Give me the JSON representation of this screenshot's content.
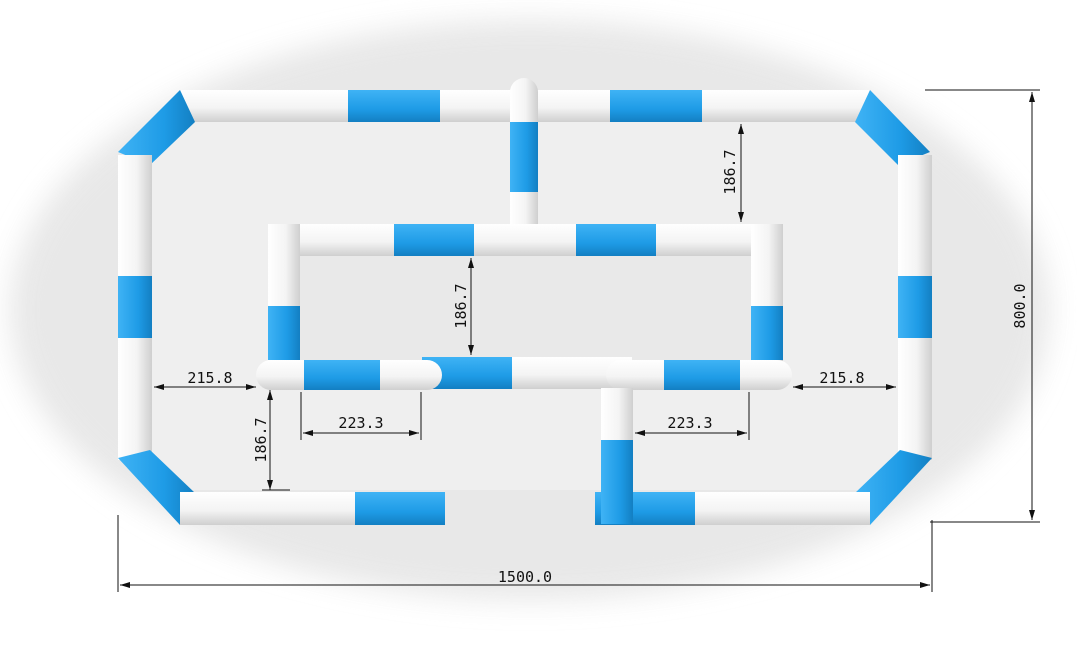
{
  "colors": {
    "accent": "#1e9be6",
    "tube_white": "#ffffff",
    "floor": "#efefef",
    "dim_line": "#111111"
  },
  "dimensions": {
    "overall_width": "1500.0",
    "overall_height": "800.0",
    "top_gap": "186.7",
    "inner_gap": "186.7",
    "left_gap": "186.7",
    "left_offset": "215.8",
    "right_offset": "215.8",
    "left_span": "223.3",
    "right_span": "223.3"
  }
}
